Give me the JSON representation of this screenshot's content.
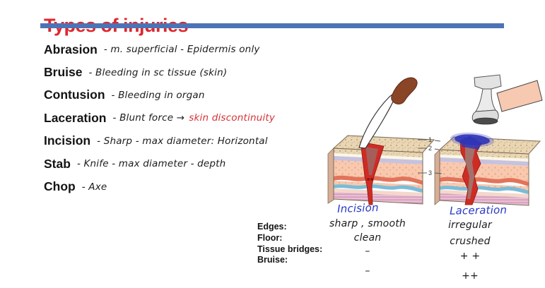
{
  "slide": {
    "title": "Types of injuries"
  },
  "colors": {
    "title_red": "#E0262C",
    "rule_blue": "#4C73B6",
    "ink_black": "#1c1c1c",
    "ink_red": "#D63238",
    "ink_blue": "#2737C8",
    "wound_red": "#CF2B24",
    "bruise_blue": "#2E35B8"
  },
  "definitions": [
    {
      "term": "Abrasion",
      "note": "- m. superficial - Epidermis only"
    },
    {
      "term": "Bruise",
      "note": "- Bleeding in sc tissue (skin)"
    },
    {
      "term": "Contusion",
      "note": "- Bleeding in organ"
    },
    {
      "term": "Laceration",
      "note": "- Blunt force →",
      "note_red": "skin discontinuity"
    },
    {
      "term": "Incision",
      "note": "- Sharp - max diameter: Horizontal"
    },
    {
      "term": "Stab",
      "note": "- Knife - max diameter - depth"
    },
    {
      "term": "Chop",
      "note": "- Axe"
    }
  ],
  "diagram": {
    "incision_label": "Incision",
    "laceration_label": "Laceration",
    "markers": [
      "1",
      "2",
      "3"
    ]
  },
  "comparison": {
    "labels": [
      "Edges:",
      "Floor:",
      "Tissue bridges:",
      "Bruise:"
    ],
    "incision": [
      "sharp , smooth",
      "clean",
      "–",
      "–"
    ],
    "laceration": [
      "irregular",
      "crushed",
      "+ +",
      "++"
    ]
  }
}
